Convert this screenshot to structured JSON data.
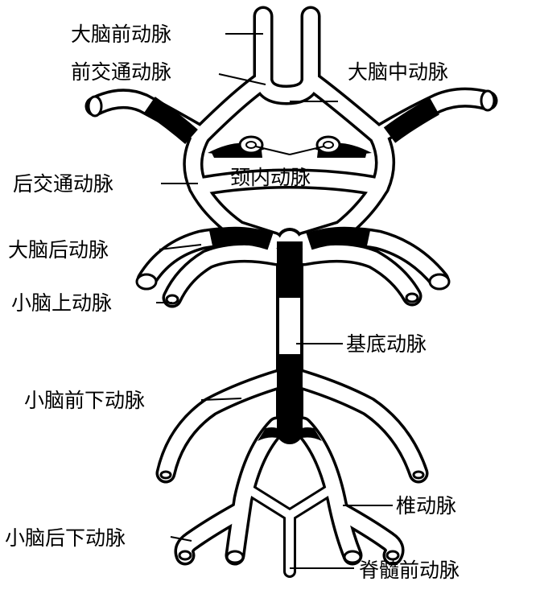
{
  "labels": {
    "aca": "大脑前动脉",
    "acom": "前交通动脉",
    "mca": "大脑中动脉",
    "pcom": "后交通动脉",
    "ica": "颈内动脉",
    "pca": "大脑后动脉",
    "sca": "小脑上动脉",
    "basilar": "基底动脉",
    "aica": "小脑前下动脉",
    "vertebral": "椎动脉",
    "pica": "小脑后下动脉",
    "asa": "脊髓前动脉"
  },
  "colors": {
    "ink": "#000000",
    "vessel_fill": "#ffffff",
    "band": "#000000"
  }
}
